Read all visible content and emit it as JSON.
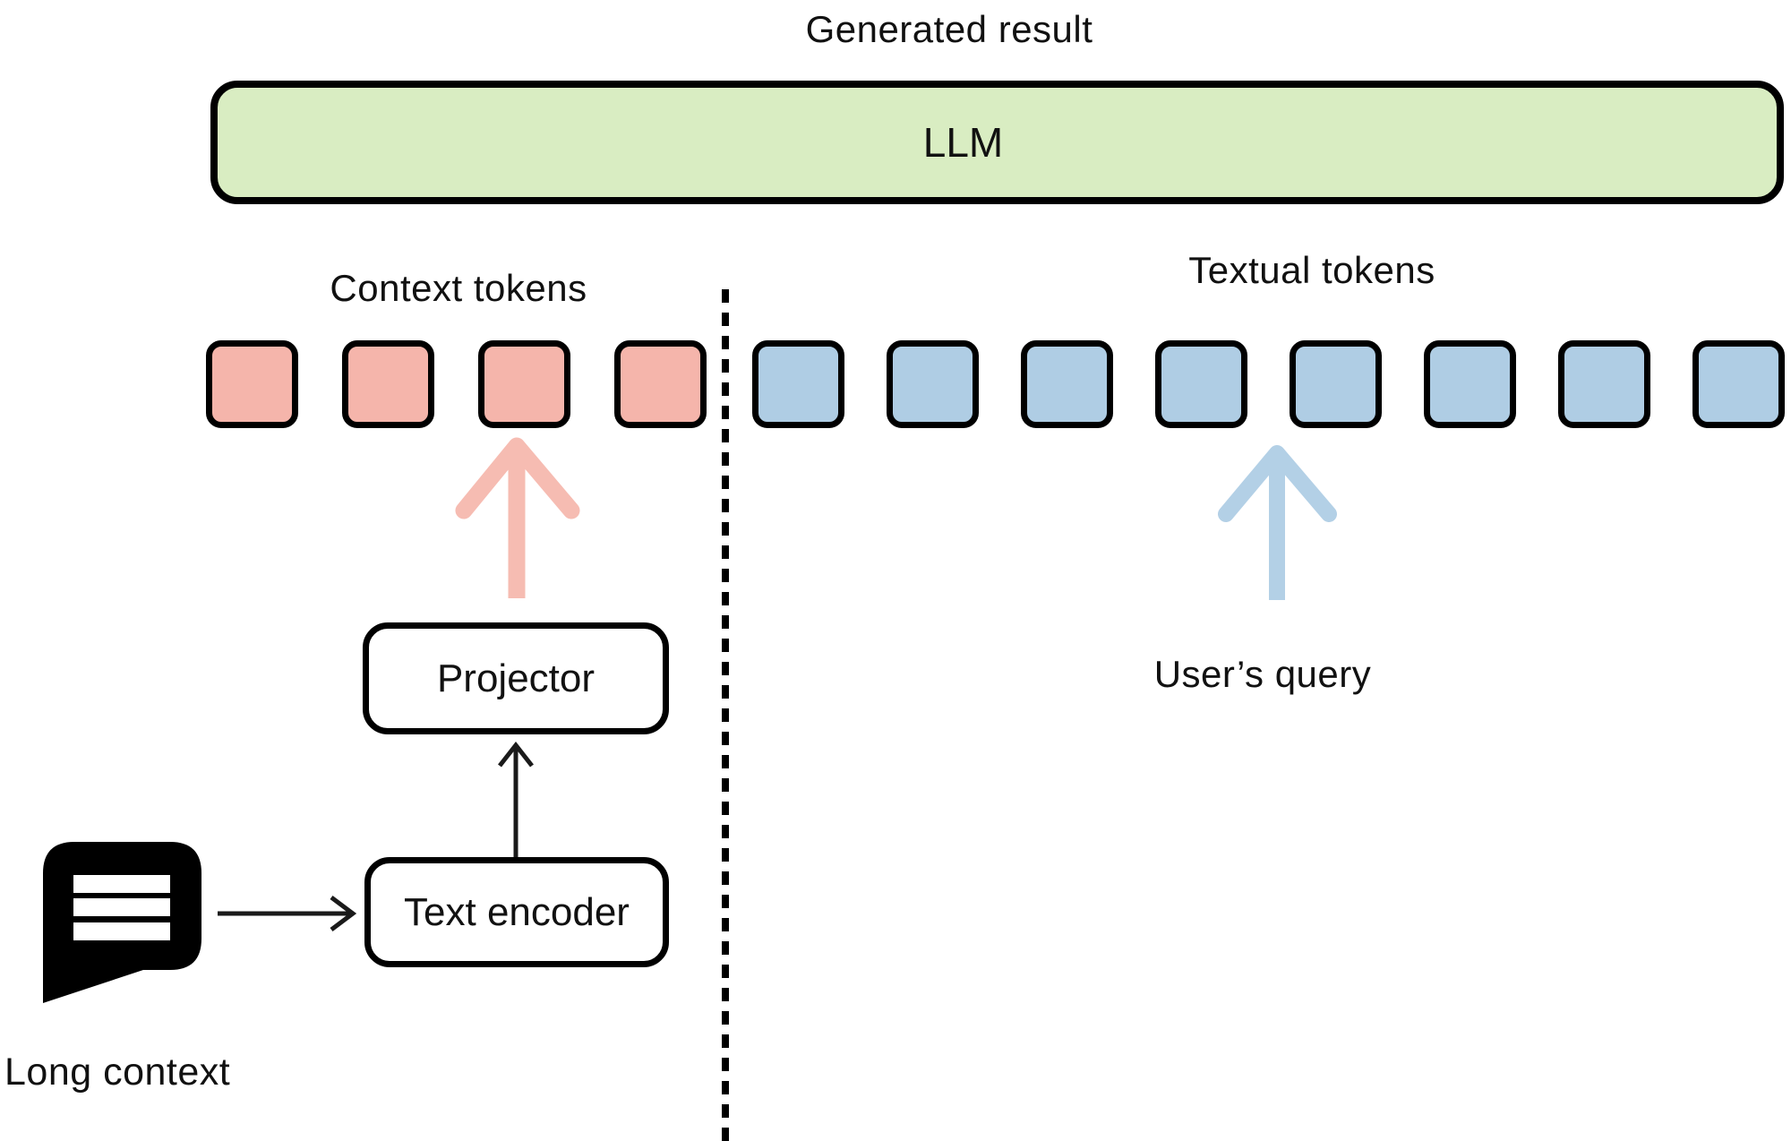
{
  "labels": {
    "generated_result": "Generated result",
    "llm": "LLM",
    "context_tokens": "Context tokens",
    "textual_tokens": "Textual tokens",
    "users_query": "User’s query",
    "projector": "Projector",
    "text_encoder": "Text encoder",
    "long_context": "Long context"
  },
  "tokens": {
    "context_count": 4,
    "textual_count": 8
  },
  "colors": {
    "llm_fill": "#D9EDC2",
    "context_token_fill": "#F5B5AB",
    "textual_token_fill": "#AFCDE4",
    "context_arrow": "#F6BCB2",
    "textual_arrow": "#B3D0E6",
    "outline": "#000000"
  },
  "icons": {
    "long_context_icon": "chat-bubble-icon",
    "context_arrow_icon": "arrow-up-icon",
    "textual_arrow_icon": "arrow-up-icon"
  }
}
